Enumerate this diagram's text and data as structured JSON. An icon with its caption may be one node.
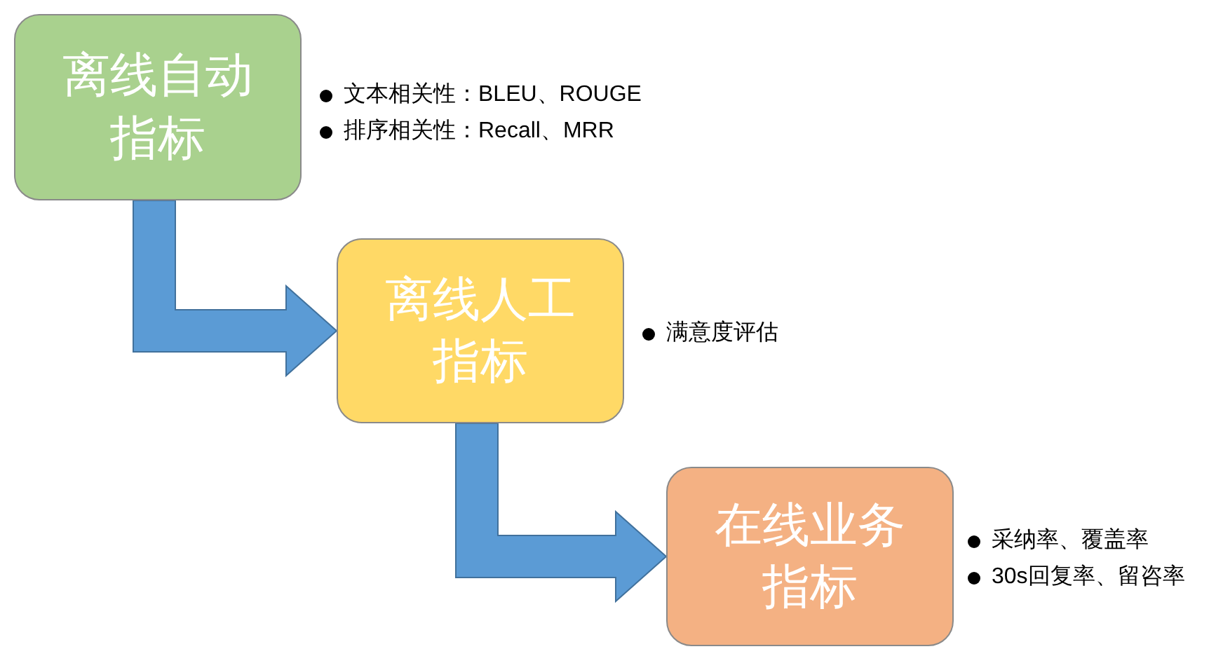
{
  "diagram": {
    "nodes": [
      {
        "text": [
          "离线自动指标"
        ],
        "beside": [
          "文本相关性：BLEU、ROUGE",
          "排序相关性：Recall、MRR"
        ]
      },
      {
        "text": [
          "离线人工指标"
        ],
        "beside": [
          "满意度评估"
        ]
      },
      {
        "text": [
          "在线业务指标"
        ],
        "beside": [
          "采纳率、覆盖率",
          "30s回复率、留咨率"
        ]
      }
    ],
    "edges": [
      {
        "from": 0,
        "to": 1,
        "arrow": "to",
        "style": "thick"
      },
      {
        "from": 1,
        "to": 2,
        "arrow": "to",
        "style": "thick"
      }
    ]
  }
}
